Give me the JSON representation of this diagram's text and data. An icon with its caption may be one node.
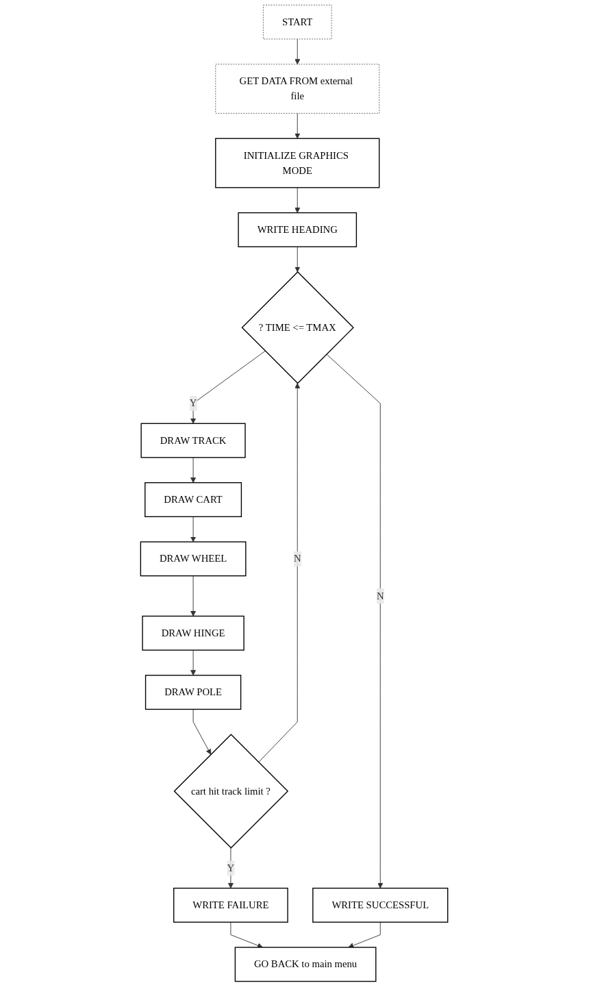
{
  "diagram": {
    "nodes": [
      {
        "text": [
          "START"
        ]
      },
      {
        "text": [
          "GET DATA FROM external file"
        ]
      },
      {
        "text": [
          "INITIALIZE GRAPHICS MODE"
        ]
      },
      {
        "text": [
          "WRITE HEADING"
        ]
      },
      {
        "text": [
          "? TIME <= TMAX"
        ]
      },
      {
        "text": [
          "WRITE SUCCESSFUL"
        ]
      },
      {
        "text": [
          "DRAW TRACK"
        ]
      },
      {
        "text": [
          "DRAW CART"
        ]
      },
      {
        "text": [
          "DRAW WHEEL"
        ]
      },
      {
        "text": [
          "DRAW HINGE"
        ]
      },
      {
        "text": [
          "DRAW POLE"
        ]
      },
      {
        "text": [
          "cart hit track limit ?"
        ]
      },
      {
        "text": [
          "WRITE FAILURE"
        ]
      },
      {
        "text": [
          "GO BACK to main menu"
        ]
      }
    ],
    "edges": [
      {
        "from": 0,
        "to": 1,
        "arrow": "to"
      },
      {
        "from": 1,
        "to": 2,
        "arrow": "to"
      },
      {
        "from": 2,
        "to": 3,
        "arrow": "to"
      },
      {
        "from": 3,
        "to": 4,
        "arrow": "to"
      },
      {
        "from": 4,
        "to": 6,
        "arrow": "to",
        "label": "Y"
      },
      {
        "from": 4,
        "to": 5,
        "arrow": "to",
        "label": "N"
      },
      {
        "from": 6,
        "to": 7,
        "arrow": "to"
      },
      {
        "from": 7,
        "to": 8,
        "arrow": "to"
      },
      {
        "from": 8,
        "to": 9,
        "arrow": "to"
      },
      {
        "from": 9,
        "to": 10,
        "arrow": "to"
      },
      {
        "from": 10,
        "to": 11,
        "arrow": "to"
      },
      {
        "from": 11,
        "to": 4,
        "arrow": "to",
        "label": "N"
      },
      {
        "from": 11,
        "to": 12,
        "arrow": "to",
        "label": "Y"
      },
      {
        "from": 12,
        "to": 13,
        "arrow": "to"
      },
      {
        "from": 5,
        "to": 13,
        "arrow": "to"
      }
    ]
  }
}
